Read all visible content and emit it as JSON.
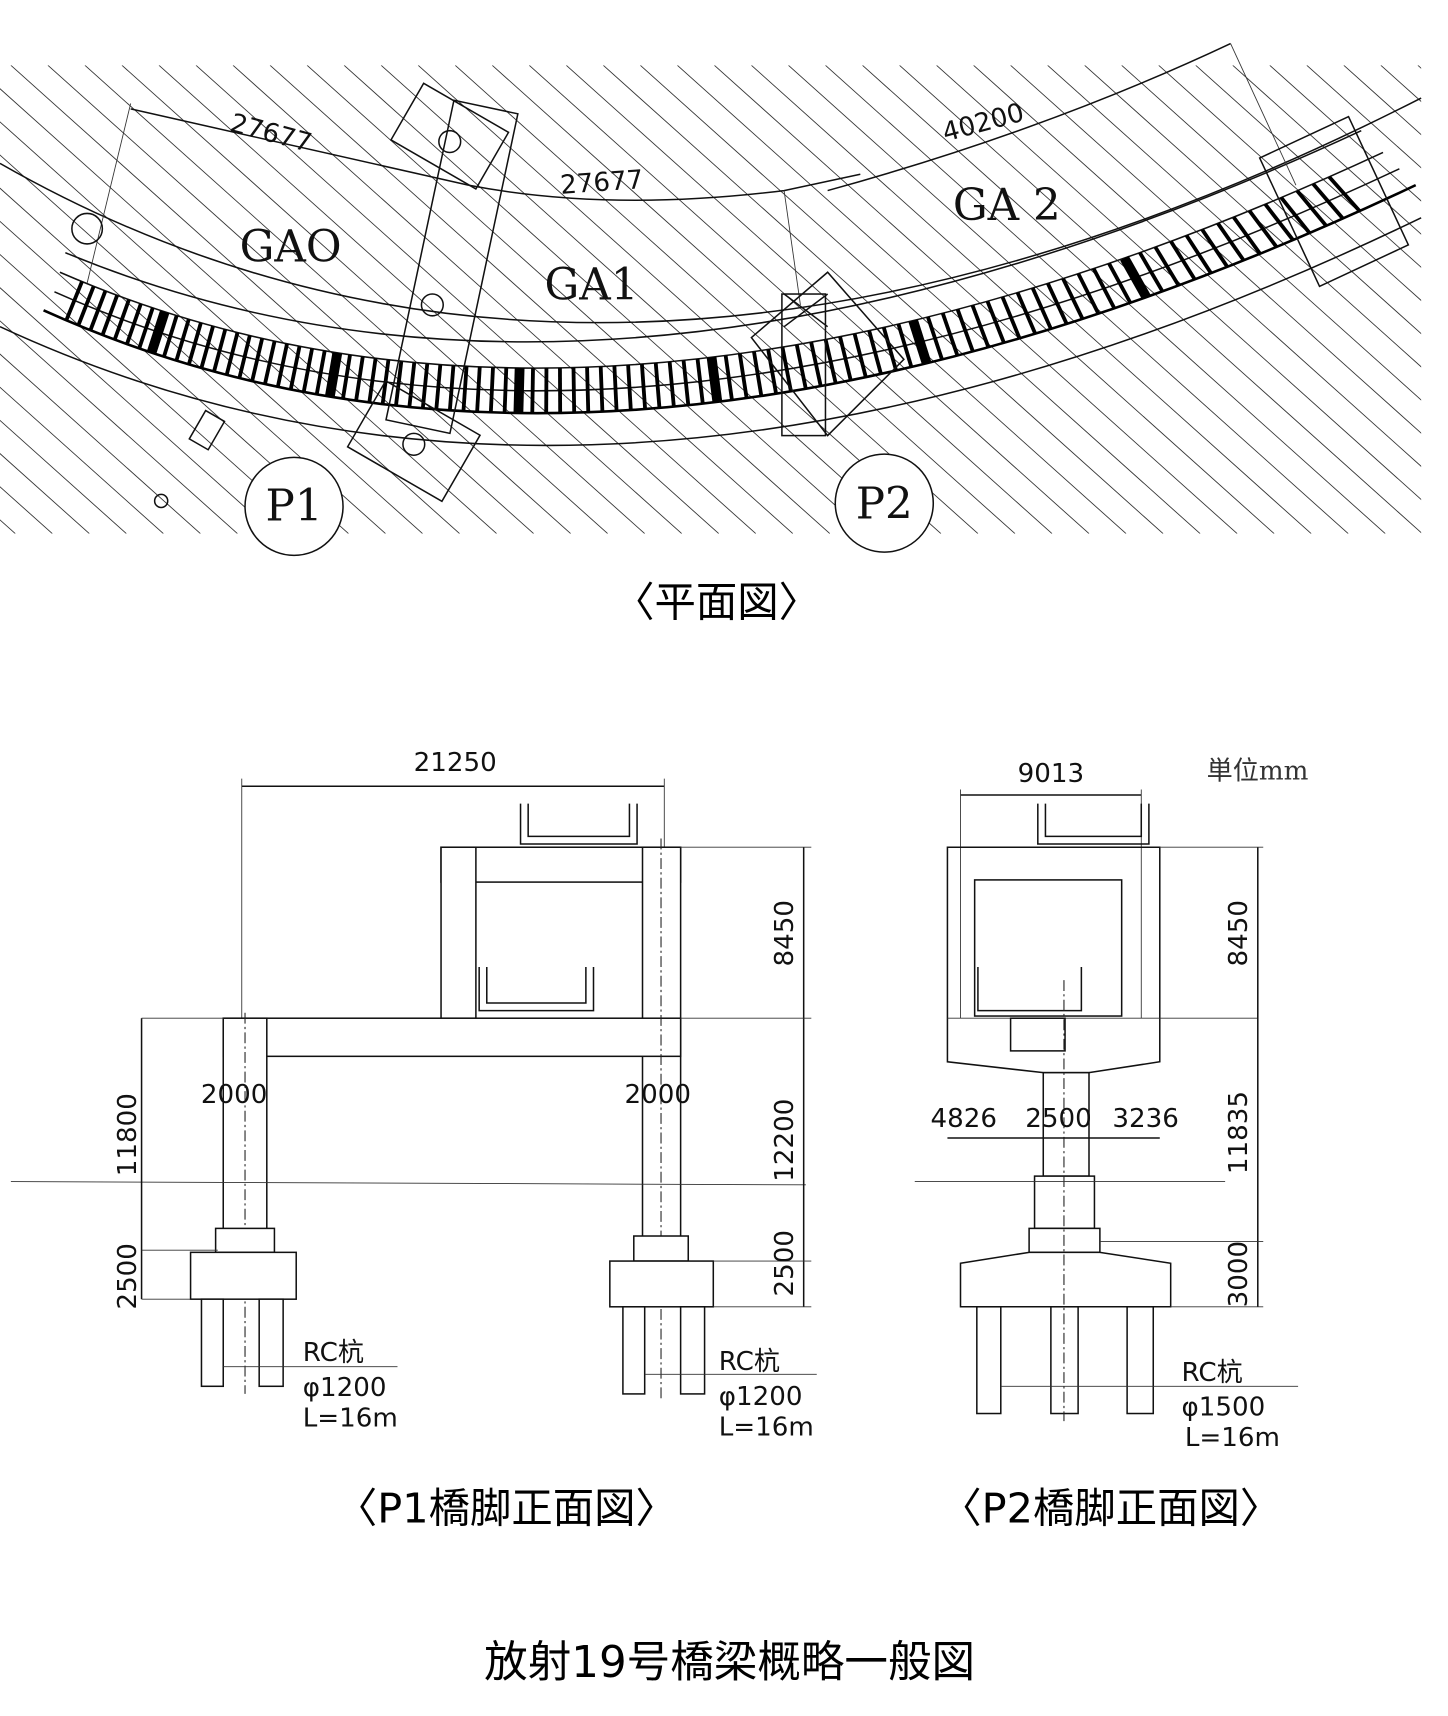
{
  "title": "放射19号橋梁概略一般図",
  "plan_view": {
    "caption": "〈平面図〉",
    "dimensions": [
      "27677",
      "27677",
      "40200"
    ],
    "girders": [
      "GAO",
      "GA1",
      "GA 2"
    ],
    "piers": [
      "P1",
      "P2"
    ]
  },
  "p1_front": {
    "caption": "〈P1橋脚正面図〉",
    "dim_width": "21250",
    "dim_left": [
      "11800",
      "2500"
    ],
    "dim_right": [
      "8450",
      "12200",
      "2500"
    ],
    "column_widths": [
      "2000",
      "2000"
    ],
    "pile_type": "RC杭",
    "pile_diameter": "φ1200",
    "pile_length": "L=16m"
  },
  "p2_front": {
    "caption": "〈P2橋脚正面図〉",
    "unit": "単位mm",
    "dim_width": "9013",
    "dim_right": [
      "8450",
      "11835",
      "3000"
    ],
    "dim_horizontal": [
      "4826",
      "2500",
      "3236"
    ],
    "pile_type": "RC杭",
    "pile_diameter": "φ1500",
    "pile_length": "L=16m"
  }
}
